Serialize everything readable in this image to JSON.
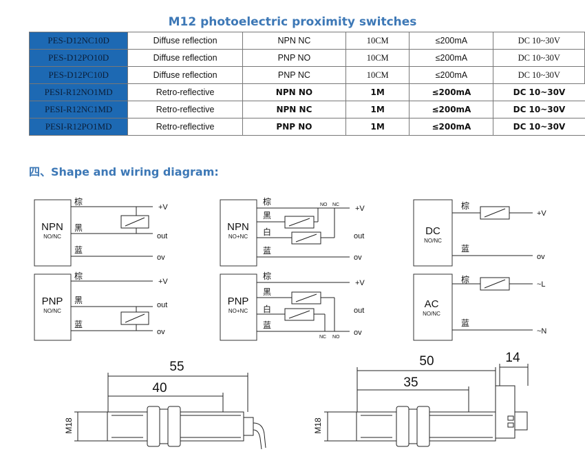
{
  "title": "M12 photoelectric proximity switches",
  "section_title": "四、Shape and wiring diagram:",
  "table": {
    "rows": [
      {
        "model": "PES-D12NC10D",
        "mode": "Diffuse reflection",
        "output": "NPN NC",
        "distance": "10CM",
        "current": "≤200mA",
        "voltage": "DC 10~30V",
        "group": "diffuse"
      },
      {
        "model": "PES-D12PO10D",
        "mode": "Diffuse reflection",
        "output": "PNP NO",
        "distance": "10CM",
        "current": "≤200mA",
        "voltage": "DC 10~30V",
        "group": "diffuse"
      },
      {
        "model": "PES-D12PC10D",
        "mode": "Diffuse reflection",
        "output": "PNP NC",
        "distance": "10CM",
        "current": "≤200mA",
        "voltage": "DC 10~30V",
        "group": "diffuse"
      },
      {
        "model": "PESI-R12NO1MD",
        "mode": "Retro-reflective",
        "output": "NPN NO",
        "distance": "1M",
        "current": "≤200mA",
        "voltage": "DC 10~30V",
        "group": "retro"
      },
      {
        "model": "PESI-R12NC1MD",
        "mode": "Retro-reflective",
        "output": "NPN NC",
        "distance": "1M",
        "current": "≤200mA",
        "voltage": "DC 10~30V",
        "group": "retro"
      },
      {
        "model": "PESI-R12PO1MD",
        "mode": "Retro-reflective",
        "output": "PNP NO",
        "distance": "1M",
        "current": "≤200mA",
        "voltage": "DC 10~30V",
        "group": "retro"
      }
    ]
  },
  "diagrams": {
    "npn_3wire": {
      "name": "NPN",
      "sub": "NO/NC",
      "brown": "棕",
      "black": "黑",
      "blue": "蓝",
      "plus_v": "+V",
      "out": "out",
      "ov": "ov"
    },
    "pnp_3wire": {
      "name": "PNP",
      "sub": "NO/NC",
      "brown": "棕",
      "black": "黑",
      "blue": "蓝",
      "plus_v": "+V",
      "out": "out",
      "ov": "ov"
    },
    "npn_4wire": {
      "name": "NPN",
      "sub": "NO+NC",
      "brown": "棕",
      "black": "黑",
      "white": "白",
      "blue": "蓝",
      "no": "NO",
      "nc": "NC",
      "plus_v": "+V",
      "out": "out",
      "ov": "ov"
    },
    "pnp_4wire": {
      "name": "PNP",
      "sub": "NO+NC",
      "brown": "棕",
      "black": "黑",
      "white": "白",
      "blue": "蓝",
      "no": "NO",
      "nc": "NC",
      "plus_v": "+V",
      "out": "out",
      "ov": "ov"
    },
    "dc_2wire": {
      "name": "DC",
      "sub": "NO/NC",
      "brown": "棕",
      "blue": "蓝",
      "plus_v": "+V",
      "ov": "ov"
    },
    "ac_2wire": {
      "name": "AC",
      "sub": "NO/NC",
      "brown": "棕",
      "blue": "蓝",
      "l": "~L",
      "n": "~N"
    }
  },
  "dimensions": {
    "left": {
      "overall": "55",
      "thread": "40",
      "diameter": "M18"
    },
    "right": {
      "overall": "50",
      "thread": "35",
      "connector": "14",
      "diameter": "M18"
    }
  }
}
